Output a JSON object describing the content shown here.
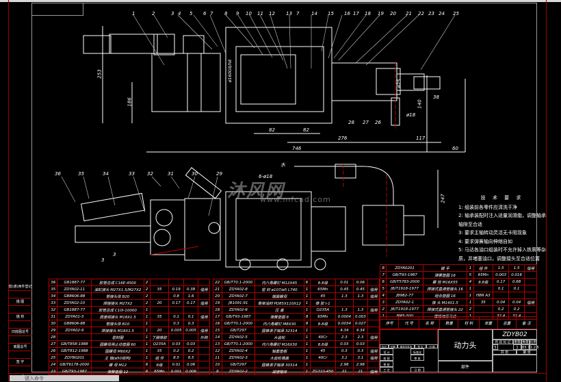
{
  "drawing": {
    "part_labels_top": [
      "1",
      "2",
      "3",
      "4",
      "5",
      "6",
      "7",
      "8",
      "9",
      "10",
      "11",
      "12",
      "13",
      "7",
      "14",
      "15",
      "16",
      "17",
      "18",
      "19",
      "20",
      "21",
      "22",
      "23",
      "24",
      "25"
    ],
    "part_labels_bottom_top": [
      "28",
      "27",
      "26"
    ],
    "part_labels_lower_view": [
      "36",
      "35",
      "34",
      "33",
      "32",
      "31",
      "30",
      "29"
    ],
    "dimensions": {
      "d253": "253",
      "d186": "186",
      "d160": "ø160G8/h8",
      "d82a": "82",
      "d82b": "82",
      "d276": "276",
      "d117": "117",
      "d746": "746",
      "d60": "60",
      "d38": "38",
      "d18": "ø18",
      "d140": "140",
      "d25": "ø25",
      "d247": "247",
      "holes": "6-ø18",
      "water_label": "水",
      "weld_symbol_a": "3",
      "weld_symbol_b": "3"
    }
  },
  "watermark": {
    "text": "沐风网",
    "url": "www.mfcad.com"
  },
  "tech_requirements": {
    "title": "技 术 要 求",
    "items": [
      "1: 组装前各零件应清洗干净",
      "2: 轴承装配时注入适量润滑脂，调整轴承",
      "轴隙至合适",
      "3: 要求主轴转动灵活无卡阻现象",
      "4: 要求弹簧轴向伸缩自如",
      "5: 马达各油口组装时不允许掉入铁屑等杂",
      "质，并堵塞油口，调整接头至合适位置"
    ]
  },
  "side_table": [
    "借(通)用件登记",
    "",
    "描 图",
    "",
    "描 校",
    "",
    "旧底图总号",
    "",
    "底图总号",
    "",
    "签 字",
    "",
    "日 期"
  ],
  "bom_left": [
    [
      "36",
      "GB1887-77",
      "胶管总成 C16E-4500",
      "2",
      "",
      "",
      "",
      ""
    ],
    [
      "35",
      "ZDYA02-11",
      "油缸接头 M27X1.5/M27X2",
      "2",
      "35",
      "0.19",
      "0.38",
      "借用"
    ],
    [
      "34",
      "GB8606-88",
      "管接头体 B20",
      "2",
      "",
      "0.8",
      "1.6",
      ""
    ],
    [
      "33",
      "ZDYA02-10",
      "焊接接头 M27X2",
      "2",
      "20",
      "0.17",
      "0.17",
      "借用"
    ],
    [
      "32",
      "GB1887-77",
      "胶管总成 C10I-10000",
      "1",
      "",
      "",
      "",
      ""
    ],
    [
      "31",
      "ZDYA01-3",
      "调速阀接头 M18X1.5",
      "1",
      "35",
      "0.1",
      "0.1",
      "借用"
    ],
    [
      "30",
      "GB8606-88",
      "管接头体 B10",
      "1",
      "",
      "0.3",
      "0.3",
      ""
    ],
    [
      "29",
      "ZDYA02-9",
      "焊接接头 M18X1.5",
      "1",
      "20",
      "0.005",
      "0.005",
      "借用"
    ],
    [
      "28",
      "",
      "密封圈",
      "1",
      "丁腈橡胶",
      "",
      "",
      "外购"
    ],
    [
      "27",
      "GB/T858-1988",
      "圆螺母用止动垫圈 60",
      "1",
      "Q235A",
      "0.03",
      "0.03",
      ""
    ],
    [
      "26",
      "GB/T812-1988",
      "圆螺母 M60X2",
      "1",
      "35",
      "0.2",
      "0.2",
      ""
    ],
    [
      "25",
      "ZDYB0201",
      "主 轴(ø50结构)",
      "1",
      "组 件",
      "8.5",
      "8.5",
      ""
    ],
    [
      "24",
      "GB/T6178-2000",
      "螺 母 M12",
      "6",
      "8级",
      "0.01",
      "0.06",
      ""
    ],
    [
      "23",
      "GB/T93-1987",
      "弹簧垫圈 12",
      "6",
      "65Mn",
      "0.001",
      "0.006",
      ""
    ]
  ],
  "bom_middle": [
    [
      "22",
      "GB/T70.1-2000",
      "内六角螺钉 M12X45",
      "6",
      "8.8级",
      "0.01",
      "0.06",
      ""
    ],
    [
      "21",
      "ZDYA02-8",
      "密 封 ø107/ø5 L740",
      "1",
      "65Mn",
      "0.45",
      "0.45",
      "借用"
    ],
    [
      "20",
      "ZDYA02-7",
      "端面螺母",
      "1",
      "45",
      "1.3",
      "1.3",
      "借用"
    ],
    [
      "19",
      "JB1091-91",
      "骨架油封 PD85X110X12",
      "1",
      "橡 胶 I-1",
      "",
      "",
      ""
    ],
    [
      "18",
      "ZDYA02-6",
      "压 盖",
      "1",
      "Q235A",
      "1.3",
      "1.3",
      "借用"
    ],
    [
      "17",
      "GB/T93-1987",
      "弹簧垫圈 8",
      "8",
      "65Mn",
      "0.0004",
      "0.003",
      ""
    ],
    [
      "16",
      "GB/T70.1-2000",
      "内六角螺钉 M8X30",
      "8",
      "8.8级",
      "0.0034",
      "0.027",
      ""
    ],
    [
      "15",
      "GB/T297",
      "圆锥滚子轴承 32314",
      "1",
      "",
      "4.34",
      "4.34",
      ""
    ],
    [
      "14",
      "ZDYA02-5",
      "大齿轮",
      "1",
      "40Cr",
      "2.3",
      "2.3",
      "借用"
    ],
    [
      "13",
      "GB/T70.1-2000",
      "内六角螺钉 M16X30",
      "1",
      "8.8级",
      "0.03",
      "0.03",
      ""
    ],
    [
      "12",
      "ZDYA02-4",
      "轴套垫板",
      "1",
      "45",
      "0.3",
      "0.3",
      "借用"
    ],
    [
      "11",
      "ZDYA02-3",
      "大齿轮端盖",
      "1",
      "40Cr",
      "3.1",
      "3.1",
      "借用"
    ],
    [
      "10",
      "GB/T297",
      "圆锥滚子轴承 30314",
      "1",
      "",
      "2.98",
      "2.98",
      ""
    ],
    [
      "9",
      "ZDYA02-2",
      "减速箱体",
      "1",
      "ZG310-450",
      "21",
      "21",
      "借用"
    ]
  ],
  "bom_right": [
    [
      "8",
      "ZDYA0201",
      "键 手",
      "1",
      "组 件",
      "1.5",
      "1.5",
      "借用"
    ],
    [
      "7",
      "GB/T93-1987",
      "弹簧垫圈 16",
      "5",
      "65Mn",
      "0.003",
      "0.016",
      ""
    ],
    [
      "6",
      "GB/T5783-2000",
      "螺 栓 M16X55",
      "4",
      "8.8级",
      "0.17",
      "0.68",
      ""
    ],
    [
      "5",
      "JB/T1918-1977",
      "焊接式直通管接头 16",
      "1",
      "",
      "0.1",
      "0.1",
      ""
    ],
    [
      "4",
      "JB982-77",
      "组合垫圈 16",
      "1",
      "HBR A3",
      "",
      "",
      ""
    ],
    [
      "3",
      "ZDYA02-1",
      "接 头 M14X1.5",
      "1",
      "35",
      "0.04",
      "0.04",
      "借用"
    ],
    [
      "2",
      "JB/T1918-1977",
      "焊接式直通管接头 22",
      "2",
      "",
      "0.2",
      "0.2",
      ""
    ],
    [
      "1",
      "BM5-500",
      "摆线液压马达",
      "1",
      "",
      "32.4",
      "32.4",
      ""
    ]
  ],
  "bom_header": {
    "no": "序号",
    "code": "代 号",
    "name": "名 称",
    "qty": "数量",
    "material": "材 料",
    "unit_weight": "单重",
    "total_weight": "总重",
    "weight": "重 量",
    "remarks": "备 注"
  },
  "title_block": {
    "drawing_no": "ZDYB02",
    "part_name": "动力头",
    "assembly_label": "部件",
    "stage_mark": "S",
    "headers": [
      "阶 段 标 记",
      "重量",
      "数量",
      "比例"
    ],
    "values": [
      "",
      "1",
      "83.7",
      "1:2.5"
    ],
    "sheet_label": "共 张",
    "sheet_no_label": "第 张",
    "rev_headers": [
      "标记",
      "处数",
      "更改文件号",
      "签 字",
      "日 期"
    ],
    "signatures": [
      "设 计",
      "标准化",
      "校 图",
      "审 核",
      "审 核",
      "",
      "工 艺",
      "日 期"
    ]
  },
  "status_bar": {
    "command_prompt": "键入命令"
  }
}
